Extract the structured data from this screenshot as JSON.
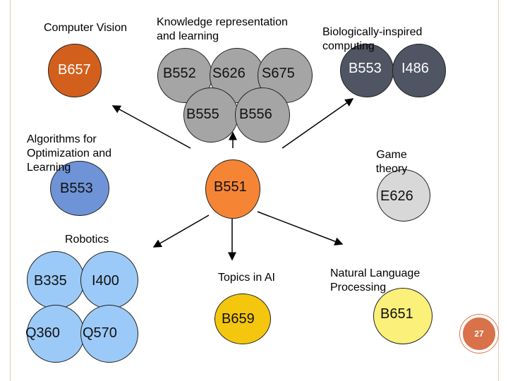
{
  "slide": {
    "page_number": "27",
    "colors": {
      "frame": "#e8c9b8",
      "badge": "#d9714a"
    }
  },
  "center": {
    "course": "B551",
    "fill": "#f58535"
  },
  "topics": {
    "computer_vision": {
      "label": "Computer Vision",
      "courses": [
        "B657"
      ],
      "fill": "#d2601c"
    },
    "knowledge": {
      "label": "Knowledge representation and learning",
      "courses": [
        "B552",
        "S626",
        "S675",
        "B555",
        "B556"
      ],
      "fill": "#a5a5a5"
    },
    "bio": {
      "label": "Biologically-inspired computing",
      "courses": [
        "B553",
        "I486"
      ],
      "fill": "#4f5563"
    },
    "algorithms": {
      "label": "Algorithms for Optimization and Learning",
      "courses": [
        "B553"
      ],
      "fill": "#6e93d6"
    },
    "game_theory": {
      "label": "Game theory",
      "courses": [
        "E626"
      ],
      "fill": "#d8d8d8"
    },
    "robotics": {
      "label": "Robotics",
      "courses": [
        "B335",
        "I400",
        "Q360",
        "Q570"
      ],
      "fill": "#9ccaf8"
    },
    "topics_in_ai": {
      "label": "Topics in AI",
      "courses": [
        "B659"
      ],
      "fill": "#f5c60e"
    },
    "nlp": {
      "label": "Natural Language Processing",
      "courses": [
        "B651"
      ],
      "fill": "#faf07a"
    }
  }
}
